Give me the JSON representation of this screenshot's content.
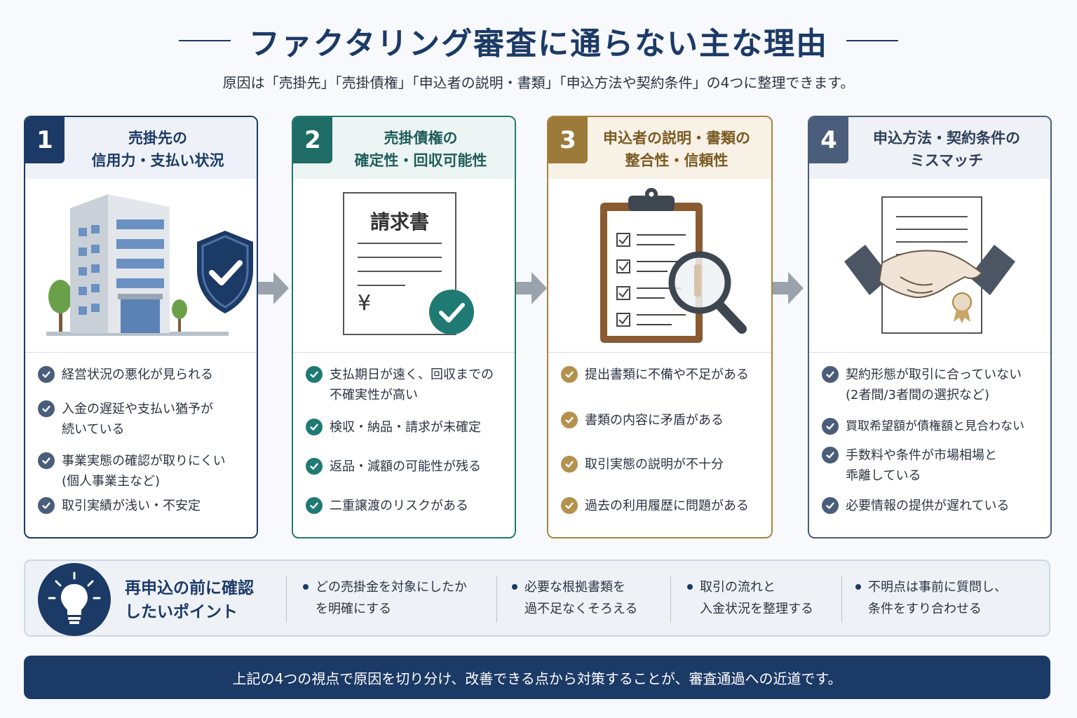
{
  "header": {
    "title": "ファクタリング審査に通らない主な理由",
    "subtitle": "原因は「売掛先」「売掛債権」「申込者の説明・書類」「申込方法や契約条件」の4つに整理できます。"
  },
  "colors": {
    "navy": "#1c3a66",
    "teal": "#1f7a73",
    "gold": "#a8843e",
    "slate": "#4a5d7a",
    "arrow": "#9aa3ad"
  },
  "cards": [
    {
      "number": "1",
      "title": "売掛先の\n信用力・支払い状況",
      "icon": "office-building-shield-icon",
      "items": [
        "経営状況の悪化が見られる",
        "入金の遅延や支払い猶予が\n続いている",
        "事業実態の確認が取りにくい\n(個人事業主など)",
        "取引実績が浅い・不安定"
      ]
    },
    {
      "number": "2",
      "title": "売掛債権の\n確定性・回収可能性",
      "icon": "invoice-check-icon",
      "invoice_heading": "請求書",
      "invoice_currency": "¥",
      "items": [
        "支払期日が遠く、回収までの\n不確実性が高い",
        "検収・納品・請求が未確定",
        "返品・減額の可能性が残る",
        "二重譲渡のリスクがある"
      ]
    },
    {
      "number": "3",
      "title": "申込者の説明・書類の\n整合性・信頼性",
      "icon": "clipboard-magnifier-icon",
      "items": [
        "提出書類に不備や不足がある",
        "書類の内容に矛盾がある",
        "取引実態の説明が不十分",
        "過去の利用履歴に問題がある"
      ]
    },
    {
      "number": "4",
      "title": "申込方法・契約条件の\nミスマッチ",
      "icon": "handshake-contract-icon",
      "items": [
        "契約形態が取引に合っていない\n(2者間/3者間の選択など)",
        "買取希望額が債権額と見合わない",
        "手数料や条件が市場相場と\n乖離している",
        "必要情報の提供が遅れている"
      ]
    }
  ],
  "points": {
    "icon": "lightbulb-icon",
    "title": "再申込の前に確認\nしたいポイント",
    "items": [
      "どの売掛金を対象にしたか\nを明確にする",
      "必要な根拠書類を\n過不足なくそろえる",
      "取引の流れと\n入金状況を整理する",
      "不明点は事前に質問し、\n条件をすり合わせる"
    ]
  },
  "footer": {
    "text": "上記の4つの視点で原因を切り分け、改善できる点から対策することが、審査通過への近道です。"
  }
}
